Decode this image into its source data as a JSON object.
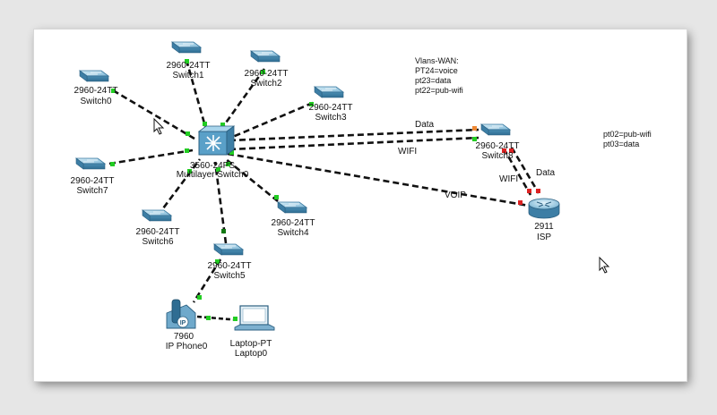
{
  "devices": [
    {
      "id": "switch0",
      "model": "2960-24TT",
      "name": "Switch0"
    },
    {
      "id": "switch1",
      "model": "2960-24TT",
      "name": "Switch1"
    },
    {
      "id": "switch2",
      "model": "2960-24TT",
      "name": "Switch2"
    },
    {
      "id": "switch3",
      "model": "2960-24TT",
      "name": "Switch3"
    },
    {
      "id": "switch7",
      "model": "2960-24TT",
      "name": "Switch7"
    },
    {
      "id": "switch6",
      "model": "2960-24TT",
      "name": "Switch6"
    },
    {
      "id": "switch4",
      "model": "2960-24TT",
      "name": "Switch4"
    },
    {
      "id": "switch5",
      "model": "2960-24TT",
      "name": "Switch5"
    },
    {
      "id": "multilayer",
      "model": "3560-24PS",
      "name": "Multilayer Switch0"
    },
    {
      "id": "switch8",
      "model": "2960-24TT",
      "name": "Switch8"
    },
    {
      "id": "isp",
      "model": "2911",
      "name": "ISP"
    },
    {
      "id": "phone",
      "model": "7960",
      "name": "IP Phone0"
    },
    {
      "id": "laptop",
      "model": "Laptop-PT",
      "name": "Laptop0"
    }
  ],
  "links": [
    {
      "label": "Data"
    },
    {
      "label": "WIFI"
    },
    {
      "label": "VOIP"
    },
    {
      "label": "WIFI"
    },
    {
      "label": "Data"
    }
  ],
  "notes": {
    "vlans": [
      "Vlans-WAN:",
      "PT24=voice",
      "pt23=data",
      "pt22=pub-wifi"
    ],
    "ports": [
      "pt02=pub-wifi",
      "pt03=data"
    ]
  },
  "colors": {
    "link_up": "#22cc22",
    "link_down": "#dd2222",
    "link_wait": "#ee8833",
    "device": "#5aa0c8"
  }
}
